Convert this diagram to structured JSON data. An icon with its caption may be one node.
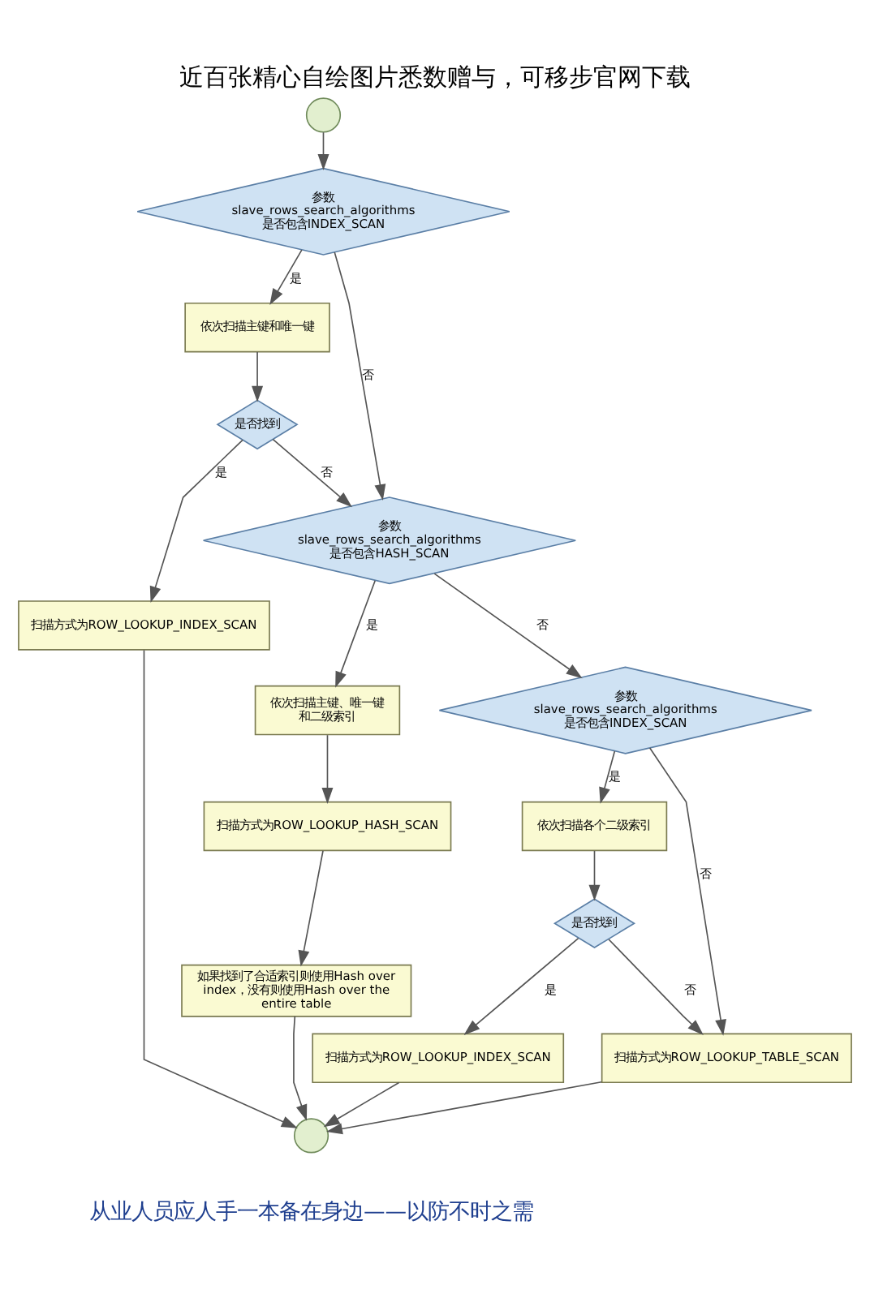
{
  "diagram": {
    "title": "近百张精心自绘图片悉数赠与，可移步官网下载",
    "caption": "从业人员应人手一本备在身边——以防不时之需",
    "nodes": [
      {
        "text": [],
        "shape": "circle"
      },
      {
        "text": [
          "参数slave_rows_search_algorithms是否包含INDEX_SCAN"
        ]
      },
      {
        "text": [
          "依次扫描主键和唯一键"
        ]
      },
      {
        "text": [
          "是否找到"
        ]
      },
      {
        "text": [
          "扫描方式为ROW_LOOKUP_INDEX_SCAN"
        ]
      },
      {
        "text": [
          "参数slave_rows_search_algorithms是否包含HASH_SCAN"
        ]
      },
      {
        "text": [
          "依次扫描主键、唯一键和二级索引"
        ]
      },
      {
        "text": [
          "扫描方式为ROW_LOOKUP_HASH_SCAN"
        ]
      },
      {
        "text": [
          "如果找到了合适索引则使用Hash over index，没有则使用Hash over the entire table"
        ]
      },
      {
        "text": [
          "参数slave_rows_search_algorithms是否包含INDEX_SCAN"
        ]
      },
      {
        "text": [
          "依次扫描各个二级索引"
        ]
      },
      {
        "text": [
          "是否找到"
        ]
      },
      {
        "text": [
          "扫描方式为ROW_LOOKUP_INDEX_SCAN"
        ]
      },
      {
        "text": [
          "扫描方式为ROW_LOOKUP_TABLE_SCAN"
        ]
      },
      {
        "text": [],
        "shape": "circle"
      }
    ],
    "edges": [
      {
        "from": 0,
        "to": 1,
        "arrow": "to"
      },
      {
        "from": 1,
        "to": 2,
        "arrow": "to",
        "label": "是"
      },
      {
        "from": 1,
        "to": 5,
        "arrow": "to",
        "label": "否"
      },
      {
        "from": 2,
        "to": 3,
        "arrow": "to"
      },
      {
        "from": 3,
        "to": 4,
        "arrow": "to",
        "label": "是"
      },
      {
        "from": 3,
        "to": 5,
        "arrow": "to",
        "label": "否"
      },
      {
        "from": 4,
        "to": 14,
        "arrow": "to"
      },
      {
        "from": 5,
        "to": 6,
        "arrow": "to",
        "label": "是"
      },
      {
        "from": 5,
        "to": 9,
        "arrow": "to",
        "label": "否"
      },
      {
        "from": 6,
        "to": 7,
        "arrow": "to"
      },
      {
        "from": 7,
        "to": 8,
        "arrow": "to"
      },
      {
        "from": 8,
        "to": 14,
        "arrow": "to"
      },
      {
        "from": 9,
        "to": 10,
        "arrow": "to",
        "label": "是"
      },
      {
        "from": 9,
        "to": 13,
        "arrow": "to",
        "label": "否"
      },
      {
        "from": 10,
        "to": 11,
        "arrow": "to"
      },
      {
        "from": 11,
        "to": 12,
        "arrow": "to",
        "label": "是"
      },
      {
        "from": 11,
        "to": 13,
        "arrow": "to",
        "label": "否"
      },
      {
        "from": 12,
        "to": 14,
        "arrow": "to"
      },
      {
        "from": 13,
        "to": 14,
        "arrow": "to"
      }
    ]
  }
}
